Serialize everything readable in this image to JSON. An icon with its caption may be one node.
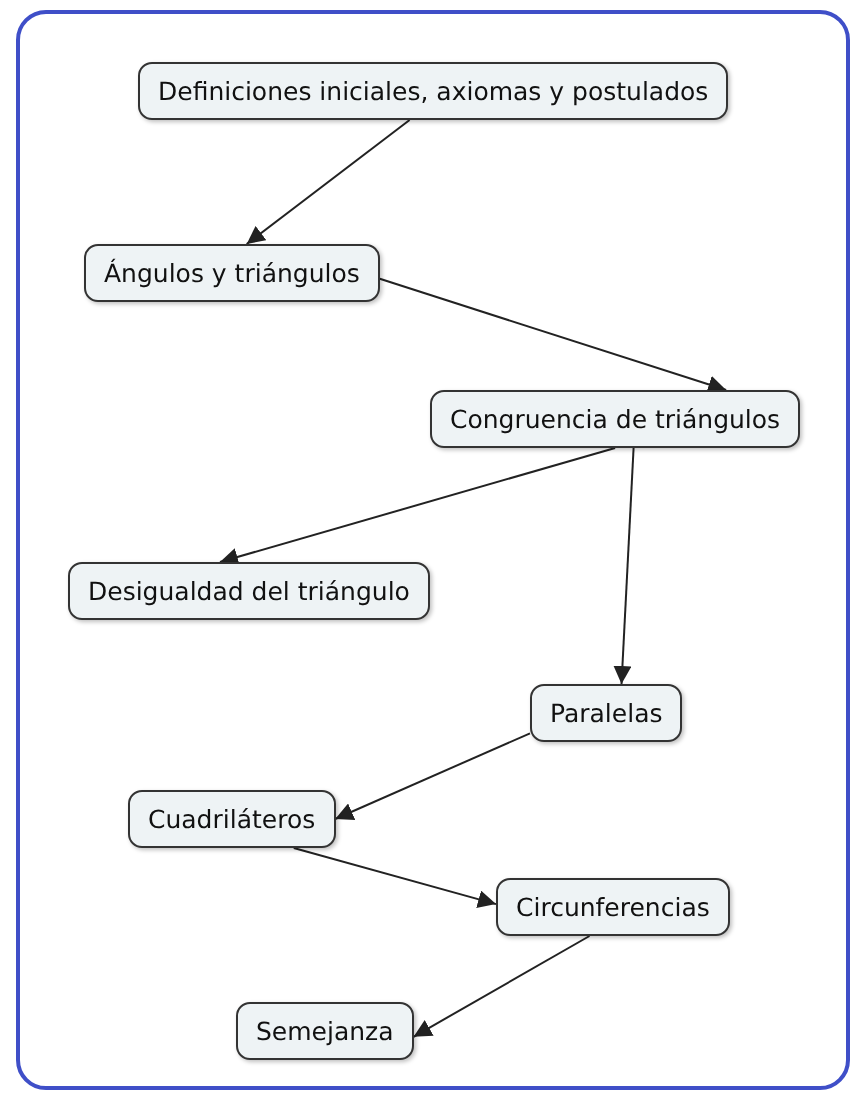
{
  "diagram": {
    "nodes": [
      {
        "text": [
          "Definiciones iniciales, axiomas y postulados"
        ]
      },
      {
        "text": [
          "Ángulos y triángulos"
        ]
      },
      {
        "text": [
          "Congruencia de triángulos"
        ]
      },
      {
        "text": [
          "Desigualdad del triángulo"
        ]
      },
      {
        "text": [
          "Paralelas"
        ]
      },
      {
        "text": [
          "Cuadriláteros"
        ]
      },
      {
        "text": [
          "Circunferencias"
        ]
      },
      {
        "text": [
          "Semejanza"
        ]
      }
    ],
    "edges": [
      {
        "from": 0,
        "to": 1,
        "arrow": "to"
      },
      {
        "from": 1,
        "to": 2,
        "arrow": "to"
      },
      {
        "from": 2,
        "to": 3,
        "arrow": "to"
      },
      {
        "from": 2,
        "to": 4,
        "arrow": "to"
      },
      {
        "from": 4,
        "to": 5,
        "arrow": "to"
      },
      {
        "from": 5,
        "to": 6,
        "arrow": "to"
      },
      {
        "from": 6,
        "to": 7,
        "arrow": "to"
      }
    ]
  }
}
